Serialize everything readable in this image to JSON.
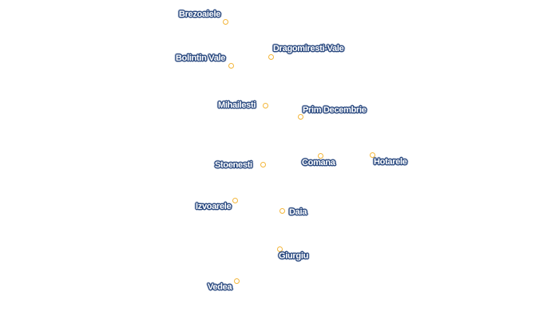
{
  "map": {
    "places": [
      {
        "id": "brezoaiele",
        "name": "Brezoaiele"
      },
      {
        "id": "dragomiresti-vale",
        "name": "Dragomiresti-Vale"
      },
      {
        "id": "bolintin-vale",
        "name": "Bolintin Vale"
      },
      {
        "id": "mihailesti",
        "name": "Mihailesti"
      },
      {
        "id": "prim-decembrie",
        "name": "Prim Decembrie"
      },
      {
        "id": "stoenesti",
        "name": "Stoenesti"
      },
      {
        "id": "comana",
        "name": "Comana"
      },
      {
        "id": "hotarele",
        "name": "Hotarele"
      },
      {
        "id": "izvoarele",
        "name": "Izvoarele"
      },
      {
        "id": "daia",
        "name": "Daia"
      },
      {
        "id": "giurgiu",
        "name": "Giurgiu"
      },
      {
        "id": "vedea",
        "name": "Vedea"
      }
    ],
    "colors": {
      "marker": "#f3b63a",
      "label_halo": "#2b4a80",
      "label_text": "#ffffff",
      "background": "#ffffff"
    }
  }
}
